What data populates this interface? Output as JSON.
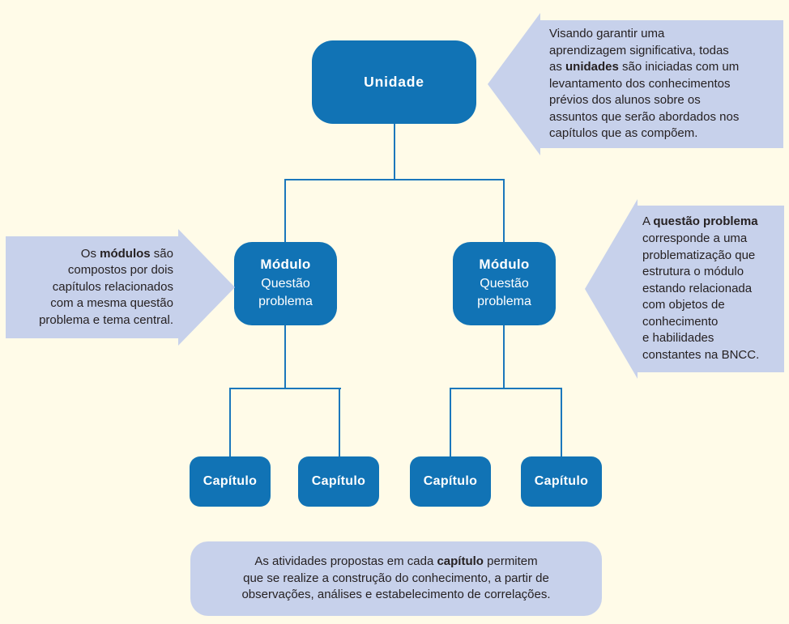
{
  "diagram": {
    "colors": {
      "background": "#FFFBE8",
      "node_fill": "#1173B5",
      "node_text": "#FFFFFF",
      "callout_fill": "#C7D1EB",
      "callout_text": "#262122",
      "connector": "#1B77BC"
    },
    "nodes": {
      "unidade": {
        "label": "Unidade"
      },
      "modulo_1": {
        "title": "Módulo",
        "subtitle": "Questão\nproblema"
      },
      "modulo_2": {
        "title": "Módulo",
        "subtitle": "Questão\nproblema"
      },
      "capitulos": [
        {
          "label": "Capítulo"
        },
        {
          "label": "Capítulo"
        },
        {
          "label": "Capítulo"
        },
        {
          "label": "Capítulo"
        }
      ]
    },
    "callouts": {
      "unidade": {
        "segments": [
          {
            "t": "Visando garantir uma\naprendizagem significativa, todas\nas "
          },
          {
            "t": "unidades",
            "b": true
          },
          {
            "t": " são iniciadas com um\nlevantamento dos conhecimentos\nprévios dos alunos sobre os\nassuntos que serão abordados nos\ncapítulos que as compõem."
          }
        ]
      },
      "modulo": {
        "segments": [
          {
            "t": "Os "
          },
          {
            "t": "módulos",
            "b": true
          },
          {
            "t": " são\ncompostos por dois\ncapítulos relacionados\ncom a mesma questão\nproblema e tema central."
          }
        ]
      },
      "questao": {
        "segments": [
          {
            "t": "A "
          },
          {
            "t": "questão problema",
            "b": true
          },
          {
            "t": "\ncorresponde a uma\nproblematização que\nestrutura o módulo\nestando relacionada\ncom objetos de\nconhecimento\ne habilidades\nconstantes na BNCC."
          }
        ]
      },
      "capitulo": {
        "segments": [
          {
            "t": "As atividades propostas em cada "
          },
          {
            "t": "capítulo",
            "b": true
          },
          {
            "t": " permitem\nque se realize a construção do conhecimento, a partir de\nobservações, análises e estabelecimento de correlações."
          }
        ]
      }
    }
  }
}
